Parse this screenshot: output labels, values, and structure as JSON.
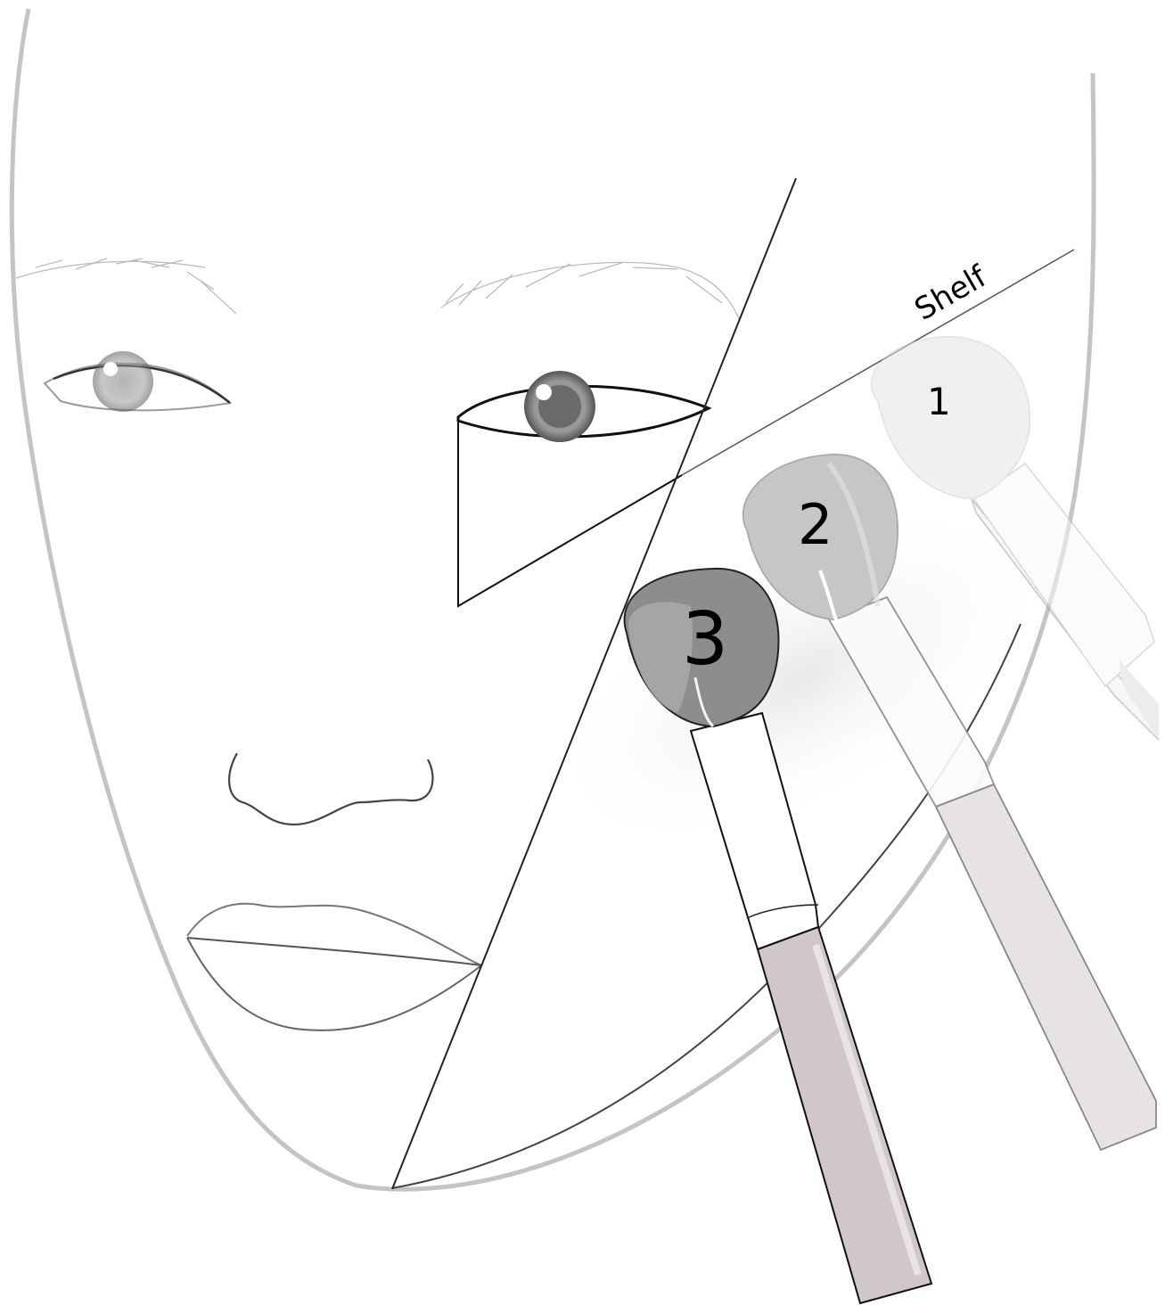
{
  "labels": {
    "shelf": "Shelf",
    "brush_1": "1",
    "brush_2": "2",
    "brush_3": "3"
  },
  "colors": {
    "background": "#ffffff",
    "face_outline": "#b9b9b9",
    "line": "#222222",
    "brush_1_head": "#e4e4e4",
    "brush_2_head": "#c6c6c6",
    "brush_3_head": "#8f8c8d",
    "handle_fill": "#cfc7c8"
  }
}
